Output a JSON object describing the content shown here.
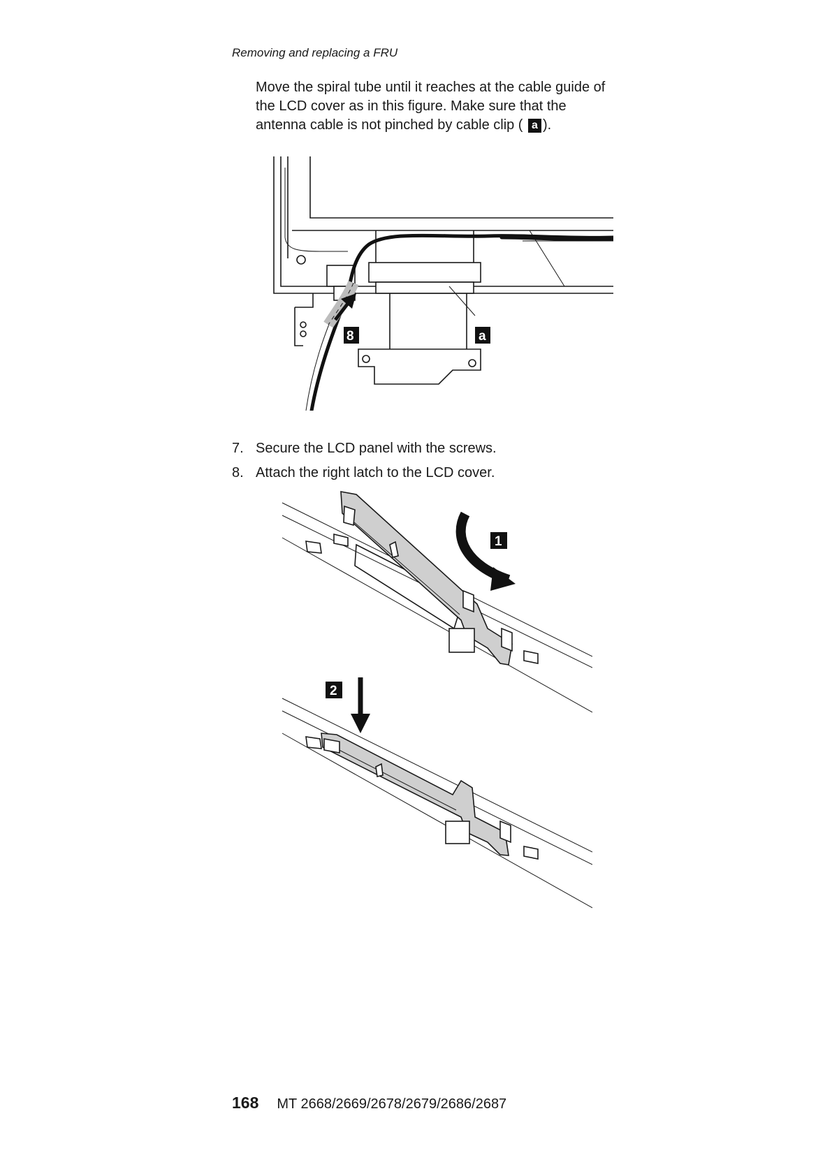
{
  "header": {
    "section_title": "Removing and replacing a FRU"
  },
  "intro": {
    "text_before": "Move the spiral tube until it reaches at the cable guide of the LCD cover as in this figure. Make sure that the antenna cable is not pinched by cable clip (",
    "callout": "a",
    "text_after": ")."
  },
  "figure1": {
    "callout_8": "8",
    "callout_a": "a"
  },
  "steps": [
    {
      "num": "7.",
      "text": "Secure the LCD panel with the screws."
    },
    {
      "num": "8.",
      "text": "Attach the right latch to the LCD cover."
    }
  ],
  "figure2": {
    "callout_1": "1",
    "callout_2": "2"
  },
  "footer": {
    "page_number": "168",
    "model_text": "MT 2668/2669/2678/2679/2686/2687"
  }
}
